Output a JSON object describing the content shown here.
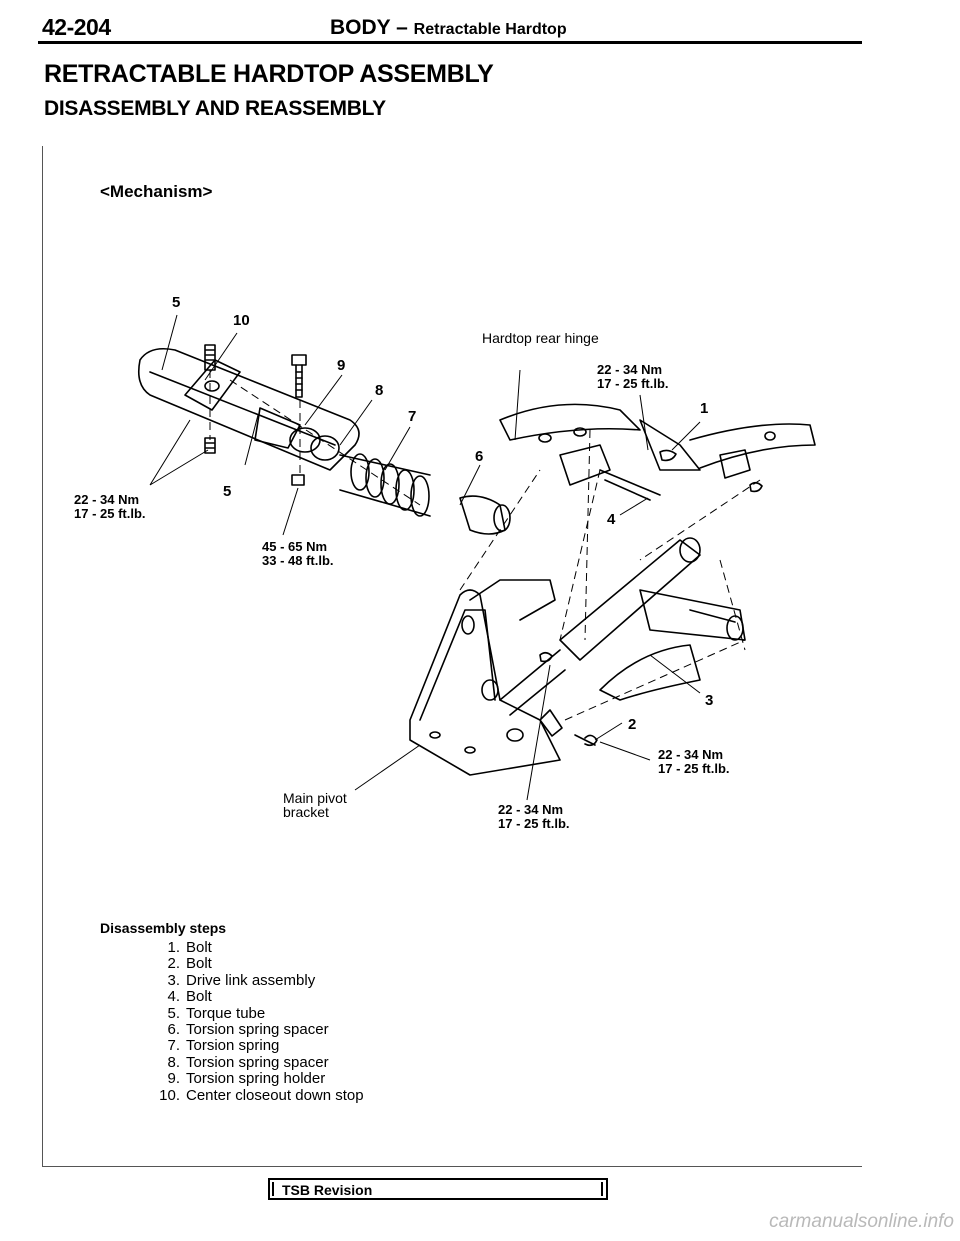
{
  "header": {
    "page_number": "42-204",
    "section": "BODY",
    "separator": "–",
    "subsection": "Retractable Hardtop"
  },
  "title": "RETRACTABLE HARDTOP ASSEMBLY",
  "subtitle": "DISASSEMBLY AND REASSEMBLY",
  "figure": {
    "caption": "<Mechanism>",
    "callouts": {
      "c1": "1",
      "c2": "2",
      "c3": "3",
      "c4": "4",
      "c5a": "5",
      "c5b": "5",
      "c6": "6",
      "c7": "7",
      "c8": "8",
      "c9": "9",
      "c10": "10"
    },
    "labels": {
      "rear_hinge": "Hardtop rear hinge",
      "main_pivot_1": "Main pivot",
      "main_pivot_2": "bracket"
    },
    "torques": {
      "left": [
        "22 - 34 Nm",
        "17 - 25 ft.lb."
      ],
      "center": [
        "45 - 65 Nm",
        "33 - 48 ft.lb."
      ],
      "hinge": [
        "22 - 34 Nm",
        "17 - 25 ft.lb."
      ],
      "right": [
        "22 - 34 Nm",
        "17 - 25 ft.lb."
      ],
      "bottom": [
        "22 - 34 Nm",
        "17 - 25 ft.lb."
      ]
    }
  },
  "disassembly": {
    "title": "Disassembly steps",
    "steps": [
      {
        "n": "1.",
        "text": "Bolt"
      },
      {
        "n": "2.",
        "text": "Bolt"
      },
      {
        "n": "3.",
        "text": "Drive link assembly"
      },
      {
        "n": "4.",
        "text": "Bolt"
      },
      {
        "n": "5.",
        "text": "Torque tube"
      },
      {
        "n": "6.",
        "text": "Torsion spring spacer"
      },
      {
        "n": "7.",
        "text": "Torsion spring"
      },
      {
        "n": "8.",
        "text": "Torsion spring spacer"
      },
      {
        "n": "9.",
        "text": "Torsion spring holder"
      },
      {
        "n": "10.",
        "text": "Center closeout down stop"
      }
    ]
  },
  "footer": {
    "tsb_label": "TSB Revision",
    "watermark": "carmanualsonline.info"
  }
}
